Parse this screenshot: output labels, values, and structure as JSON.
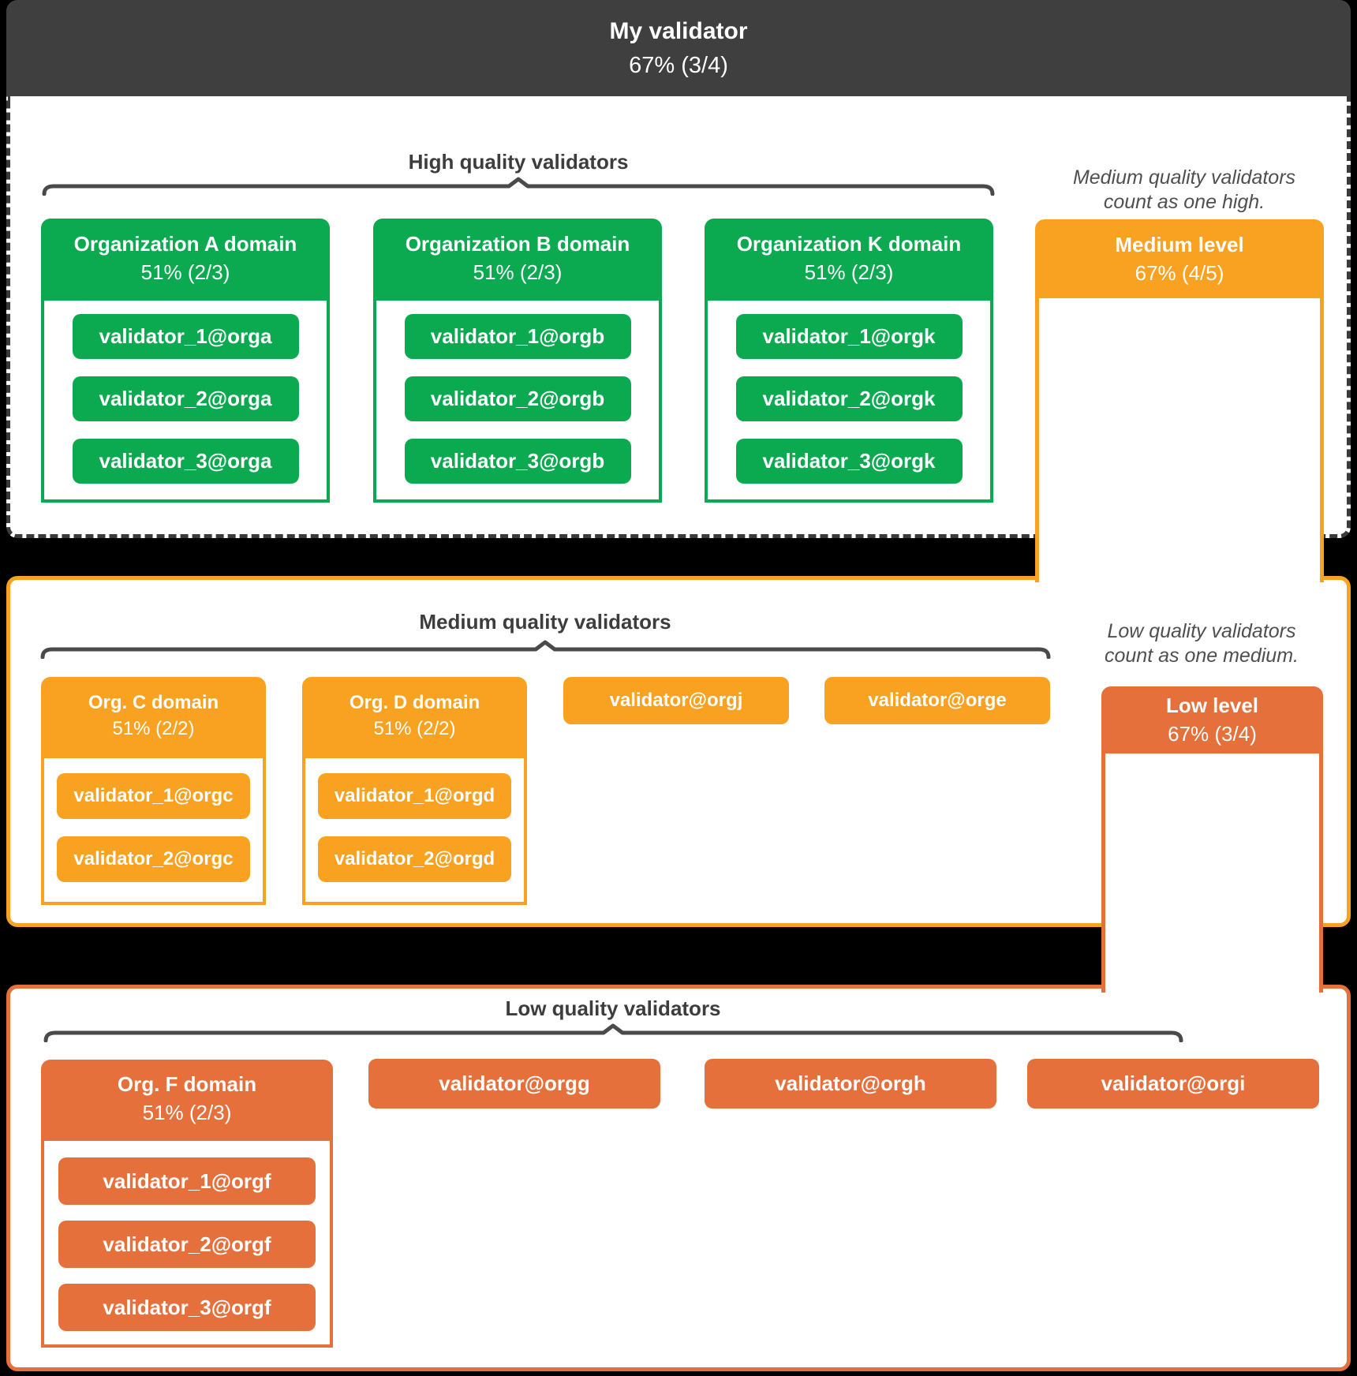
{
  "root": {
    "title": "My validator",
    "threshold": "67% (3/4)"
  },
  "high": {
    "title": "High quality validators",
    "note_line1": "Medium quality validators",
    "note_line2": "count as one high.",
    "orgs": [
      {
        "name": "Organization A domain",
        "threshold": "51% (2/3)",
        "validators": [
          "validator_1@orga",
          "validator_2@orga",
          "validator_3@orga"
        ]
      },
      {
        "name": "Organization B domain",
        "threshold": "51% (2/3)",
        "validators": [
          "validator_1@orgb",
          "validator_2@orgb",
          "validator_3@orgb"
        ]
      },
      {
        "name": "Organization K domain",
        "threshold": "51% (2/3)",
        "validators": [
          "validator_1@orgk",
          "validator_2@orgk",
          "validator_3@orgk"
        ]
      }
    ],
    "rollup": {
      "name": "Medium level",
      "threshold": "67% (4/5)"
    }
  },
  "medium": {
    "title": "Medium quality validators",
    "note_line1": "Low quality validators",
    "note_line2": "count as one medium.",
    "orgs": [
      {
        "name": "Org. C domain",
        "threshold": "51% (2/2)",
        "validators": [
          "validator_1@orgc",
          "validator_2@orgc"
        ]
      },
      {
        "name": "Org. D domain",
        "threshold": "51% (2/2)",
        "validators": [
          "validator_1@orgd",
          "validator_2@orgd"
        ]
      }
    ],
    "loose_validators": [
      "validator@orgj",
      "validator@orge"
    ],
    "rollup": {
      "name": "Low level",
      "threshold": "67% (3/4)"
    }
  },
  "low": {
    "title": "Low quality validators",
    "orgs": [
      {
        "name": "Org. F domain",
        "threshold": "51% (2/3)",
        "validators": [
          "validator_1@orgf",
          "validator_2@orgf",
          "validator_3@orgf"
        ]
      }
    ],
    "loose_validators": [
      "validator@orgg",
      "validator@orgh",
      "validator@orgi"
    ]
  },
  "colors": {
    "high_green": "#0ba950",
    "medium_orange": "#f9a120",
    "low_orange": "#e6703c",
    "titlebar_gray": "#3f3f3f",
    "dashed_border": "#3a3a3a",
    "brace_gray": "#4a4a4a"
  }
}
